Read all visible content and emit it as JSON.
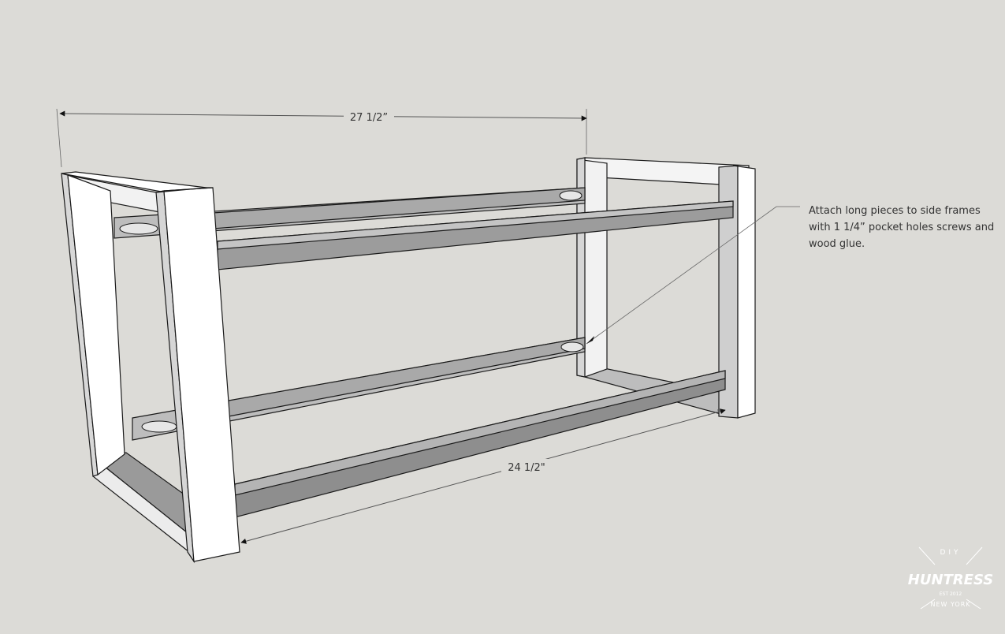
{
  "dimensions": {
    "top_width": "27 1/2”",
    "bottom_length": "24 1/2\""
  },
  "annotation": {
    "lines": [
      "Attach long pieces to side frames",
      "with 1 1/4” pocket holes screws and",
      "wood glue."
    ]
  },
  "watermark": {
    "top": "DIY",
    "main": "HUNTRESS",
    "est": "EST 2012",
    "city": "NEW YORK"
  },
  "colors": {
    "background": "#dcdbd7",
    "wood_face": "#ffffff",
    "wood_side": "#c9c9c9",
    "rail_top": "#bdbdbd",
    "rail_front": "#8e8e8e",
    "outline": "#1a1a1a"
  }
}
